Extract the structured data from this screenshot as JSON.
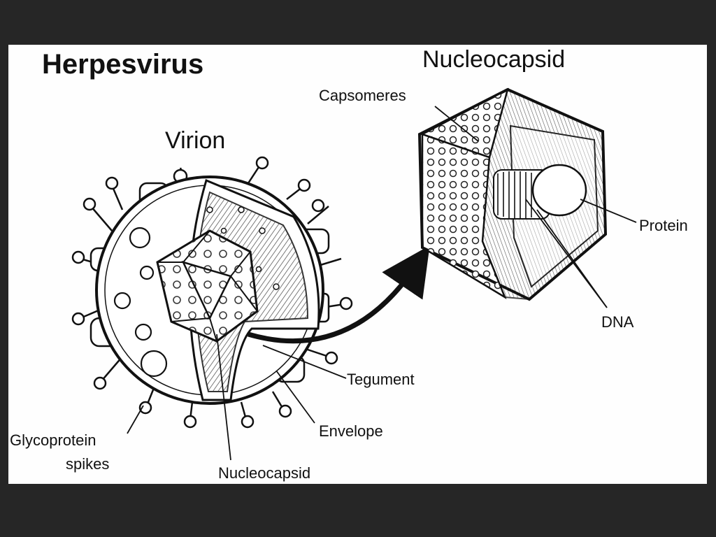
{
  "title": "Herpesvirus",
  "virion": {
    "heading": "Virion",
    "labels": {
      "glycoprotein_line1": "Glycoprotein",
      "glycoprotein_line2": "spikes",
      "nucleocapsid": "Nucleocapsid",
      "envelope": "Envelope",
      "tegument": "Tegument"
    }
  },
  "nucleocapsid_detail": {
    "heading": "Nucleocapsid",
    "labels": {
      "capsomeres": "Capsomeres",
      "protein": "Protein",
      "dna": "DNA"
    }
  },
  "colors": {
    "background": "#262626",
    "panel": "#fefefe",
    "ink": "#111111"
  }
}
